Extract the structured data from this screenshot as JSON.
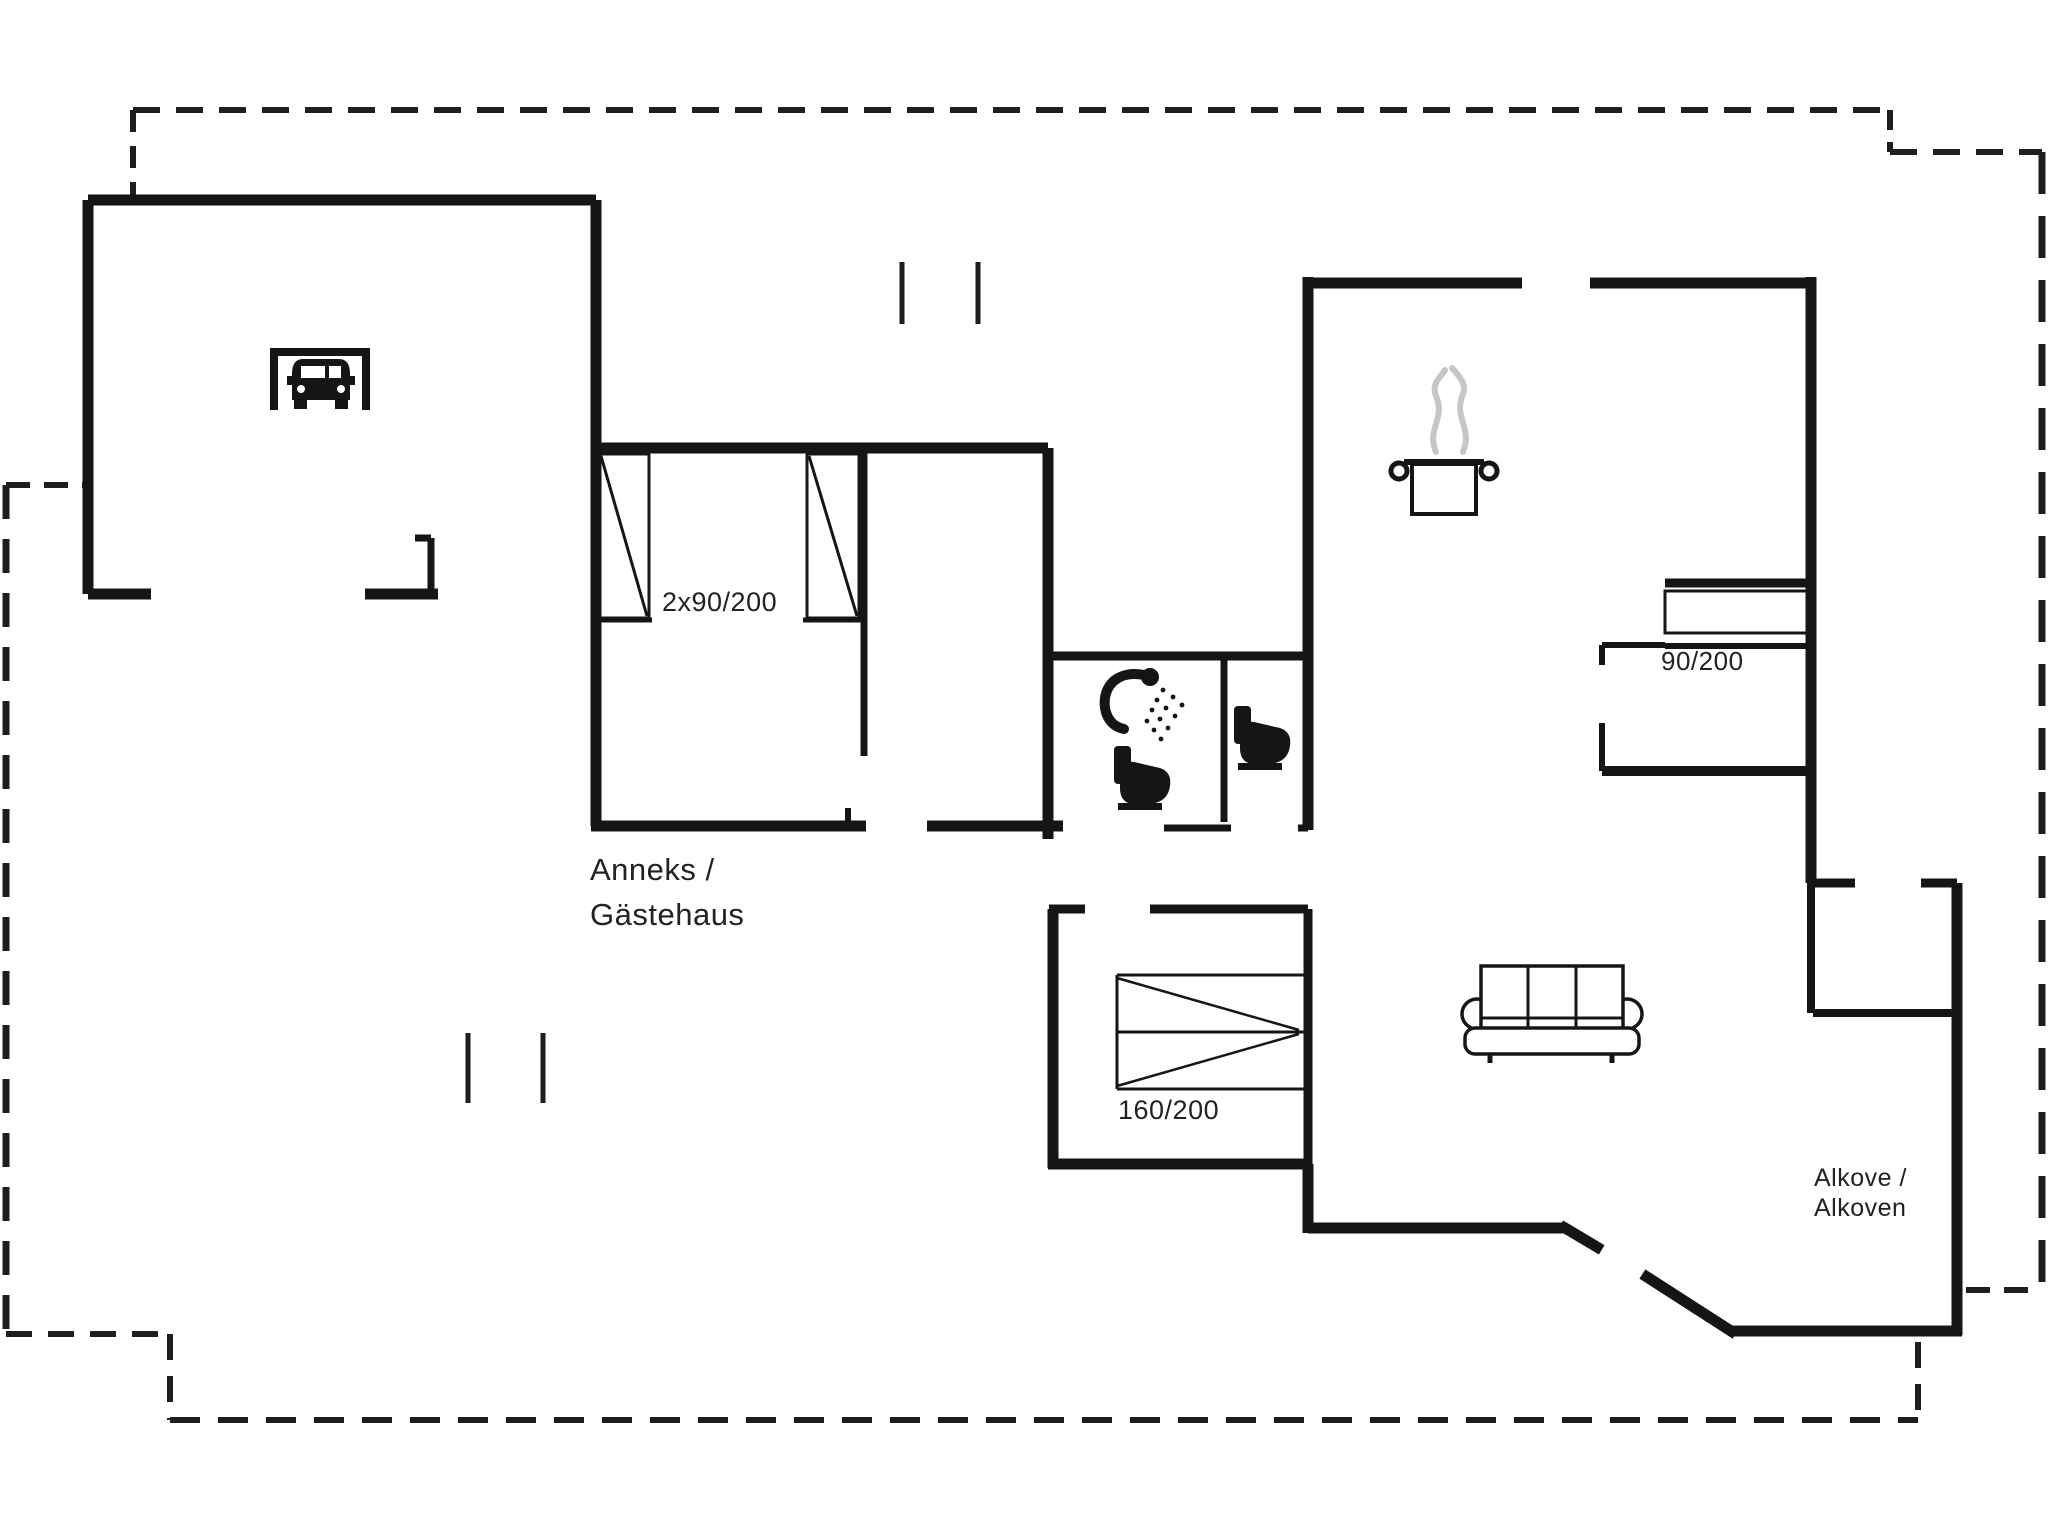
{
  "labels": {
    "annex_line1": "Anneks /",
    "annex_line2": "Gästehaus",
    "twin_beds_dim": "2x90/200",
    "single_bed_dim": "90/200",
    "double_bed_dim": "160/200",
    "alcove_line1": "Alkove /",
    "alcove_line2": "Alkoven"
  },
  "rooms": {
    "annex": {
      "name": "Anneks / Gästehaus",
      "beds": "2x90/200"
    },
    "main_house": {
      "single_bed_room": "90/200",
      "double_bed_room": "160/200",
      "alcove": "Alkove / Alkoven"
    }
  },
  "icons": {
    "garage": "car-icon",
    "kitchen": "cooking-pot-icon",
    "bathroom": [
      "shower-icon",
      "toilet-icon"
    ],
    "wc": "toilet-icon",
    "living_room": "sofa-icon",
    "annex_bedrooms": [
      "single-bed-icon",
      "single-bed-icon"
    ],
    "main_bedrooms": [
      "wall-bed-icon",
      "double-bed-icon"
    ]
  },
  "colors": {
    "background": "#ffffff",
    "wall": "#151515",
    "boundary_dash": "#1e1e1e",
    "steam": "#c6c6c6",
    "text": "#222222"
  }
}
